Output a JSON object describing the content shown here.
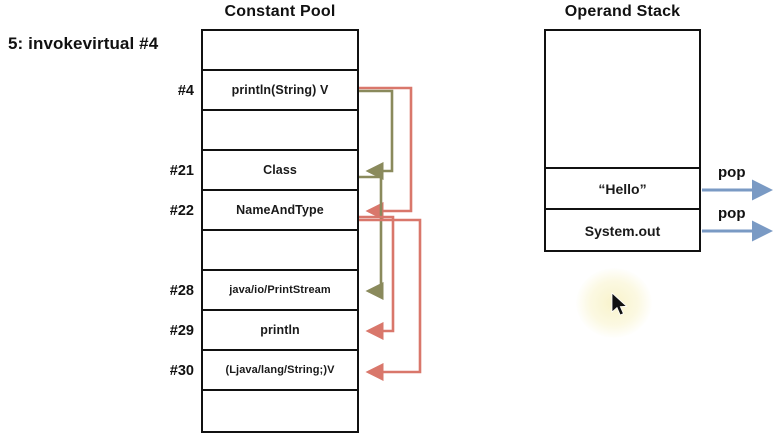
{
  "instruction": {
    "text": "5: invokevirtual #4"
  },
  "constant_pool": {
    "title": "Constant Pool",
    "rows": [
      {
        "index": "",
        "label": ""
      },
      {
        "index": "#4",
        "label": "println(String) V"
      },
      {
        "index": "",
        "label": ""
      },
      {
        "index": "#21",
        "label": "Class"
      },
      {
        "index": "#22",
        "label": "NameAndType"
      },
      {
        "index": "",
        "label": ""
      },
      {
        "index": "#28",
        "label": "java/io/PrintStream"
      },
      {
        "index": "#29",
        "label": "println"
      },
      {
        "index": "#30",
        "label": "(Ljava/lang/String;)V"
      },
      {
        "index": "",
        "label": ""
      }
    ]
  },
  "operand_stack": {
    "title": "Operand Stack",
    "empty_slots": 1,
    "entries": [
      {
        "value": "“Hello”",
        "action": "pop"
      },
      {
        "value": "System.out",
        "action": "pop"
      }
    ]
  },
  "arrows": {
    "resolution_links": [
      {
        "from": "#4",
        "to": "#21",
        "color": "#8a8a5c"
      },
      {
        "from": "#4",
        "to": "#22",
        "color": "#d9776b"
      },
      {
        "from": "#21",
        "to": "#28",
        "color": "#8a8a5c"
      },
      {
        "from": "#22",
        "to": "#29",
        "color": "#d9776b"
      },
      {
        "from": "#22",
        "to": "#30",
        "color": "#d9776b"
      }
    ],
    "pop_arrows": [
      {
        "label": "pop",
        "color": "#7a9ac4"
      },
      {
        "label": "pop",
        "color": "#7a9ac4"
      }
    ]
  },
  "colors": {
    "olive": "#8a8a5c",
    "salmon": "#d9776b",
    "steel_blue": "#7a9ac4",
    "ink": "#111111",
    "cursor_glow": "#f8f2c8"
  },
  "cursor": {
    "name": "mouse-pointer"
  }
}
